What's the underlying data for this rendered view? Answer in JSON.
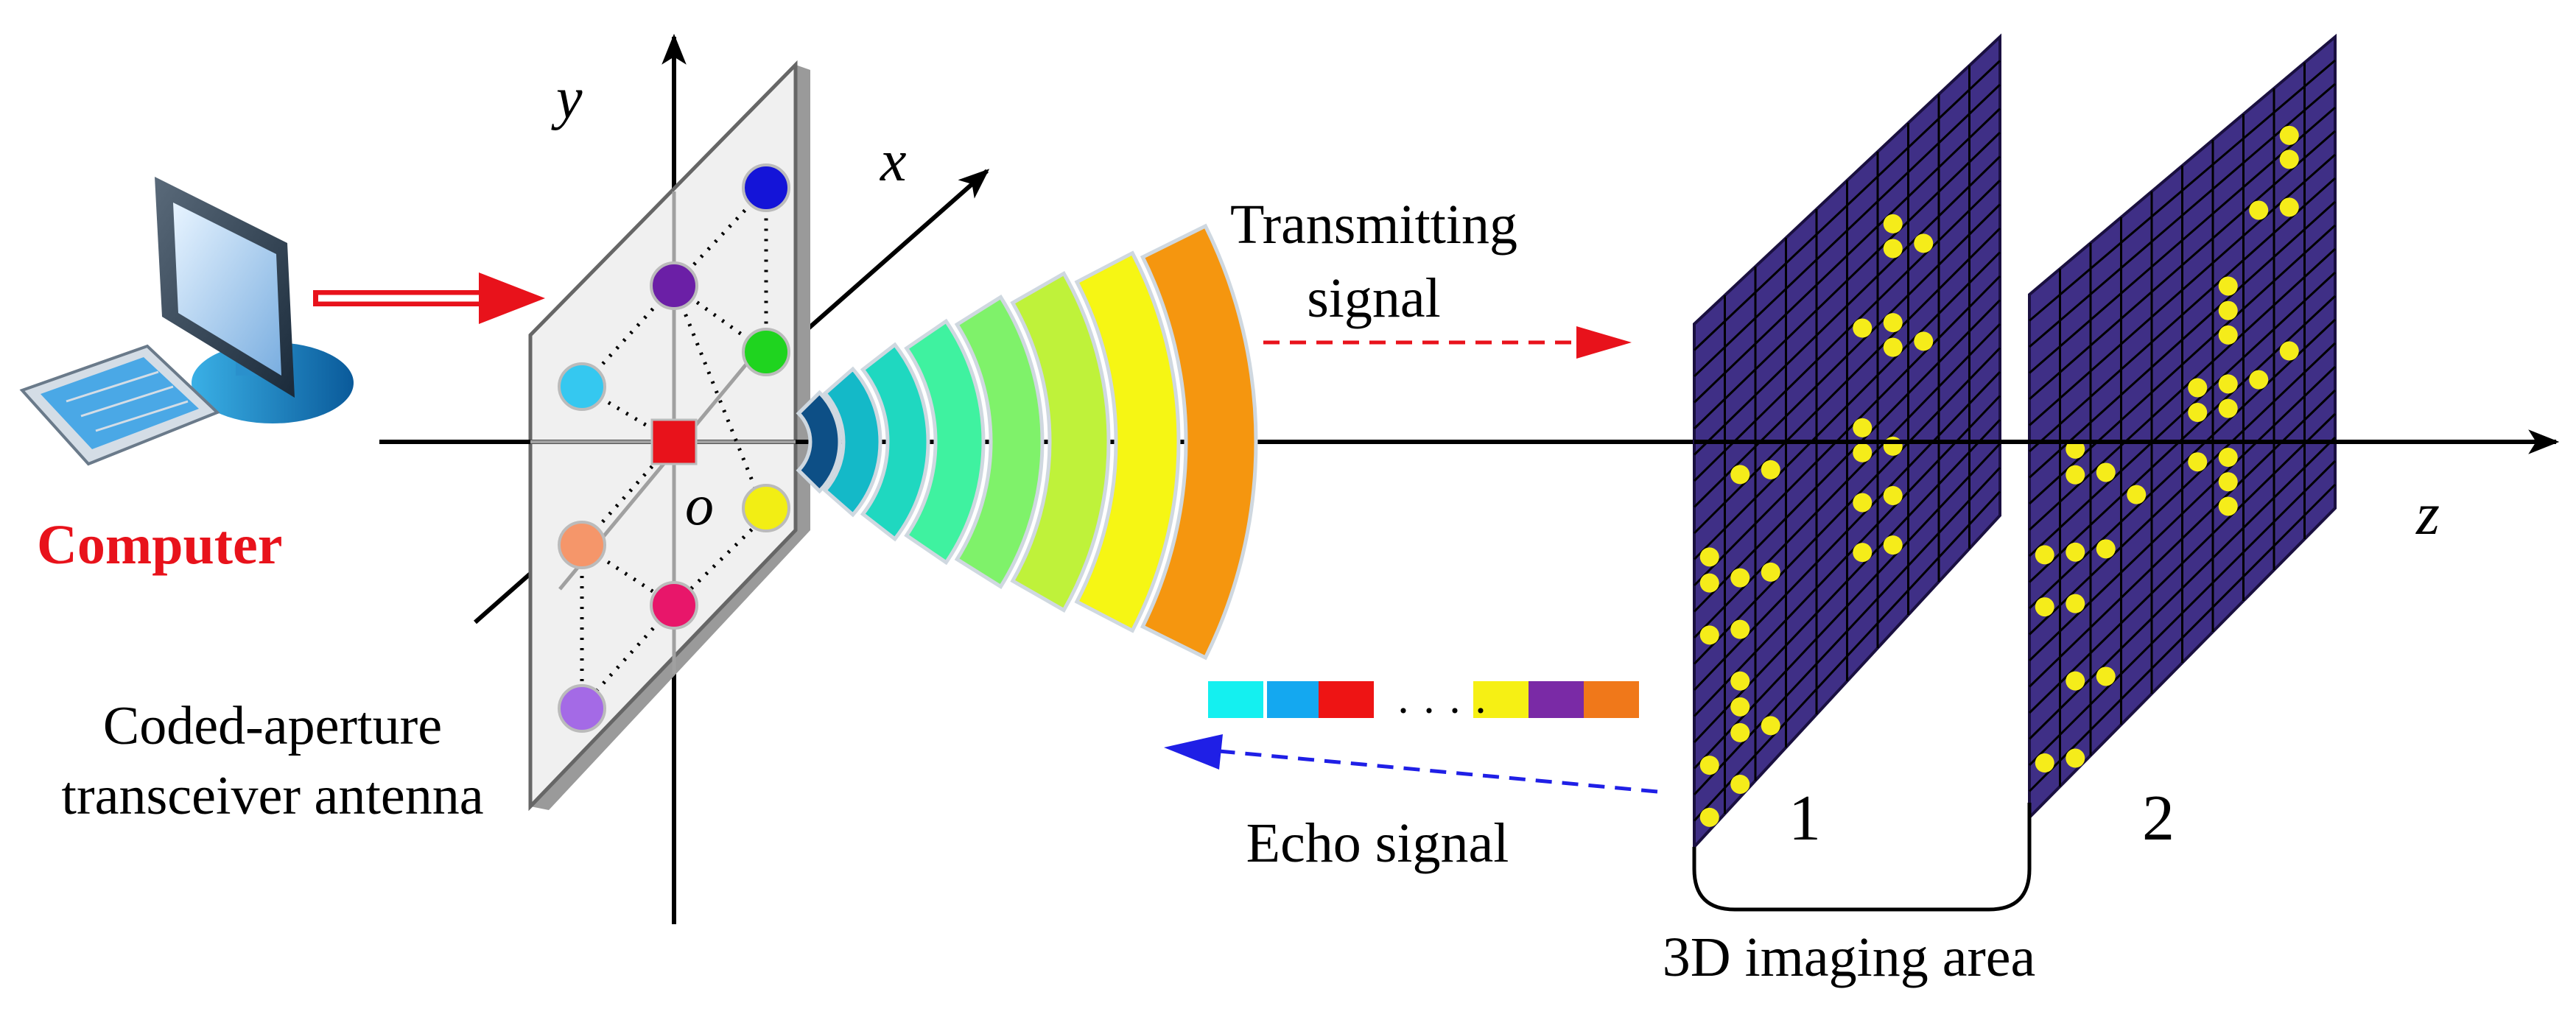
{
  "labels": {
    "computer": "Computer",
    "antenna_line1": "Coded-aperture",
    "antenna_line2": "transceiver antenna",
    "transmit_line1": "Transmitting",
    "transmit_line2": "signal",
    "echo": "Echo signal",
    "imaging_area": "3D imaging area",
    "plane1": "1",
    "plane2": "2",
    "axis_x": "x",
    "axis_y": "y",
    "axis_z": "z",
    "origin": "o",
    "ellipsis": "· · · ·"
  },
  "colors": {
    "computer_text": "#e8121b",
    "feed_arrow": "#e8121b",
    "transmit_arrow": "#e8121b",
    "echo_arrow": "#1f1fe6",
    "plane_fill": "#3f2f86",
    "target_dot": "#f5ec1a",
    "origin_square": "#e8121b"
  },
  "antenna_elements": [
    {
      "name": "blue",
      "color": "#1414d8"
    },
    {
      "name": "purple",
      "color": "#6b1fa6"
    },
    {
      "name": "green",
      "color": "#1fd41f"
    },
    {
      "name": "cyan",
      "color": "#35c8f0"
    },
    {
      "name": "yellow",
      "color": "#f2ee14"
    },
    {
      "name": "salmon",
      "color": "#f5966a"
    },
    {
      "name": "magenta",
      "color": "#e8166a"
    },
    {
      "name": "lavender",
      "color": "#a46ae6"
    }
  ],
  "wavefronts": [
    {
      "color": "#0d4f86"
    },
    {
      "color": "#14b9c8"
    },
    {
      "color": "#1fd8c0"
    },
    {
      "color": "#3ff2a0"
    },
    {
      "color": "#7ff26a"
    },
    {
      "color": "#bff23a"
    },
    {
      "color": "#f6f614"
    },
    {
      "color": "#f5960f"
    }
  ],
  "echo_code": [
    {
      "color": "#14f0f0"
    },
    {
      "color": "#14a8f0"
    },
    {
      "color": "#ee1414"
    },
    {
      "color": "#f6f014"
    },
    {
      "color": "#7a2aa6"
    },
    {
      "color": "#f0781a"
    }
  ]
}
